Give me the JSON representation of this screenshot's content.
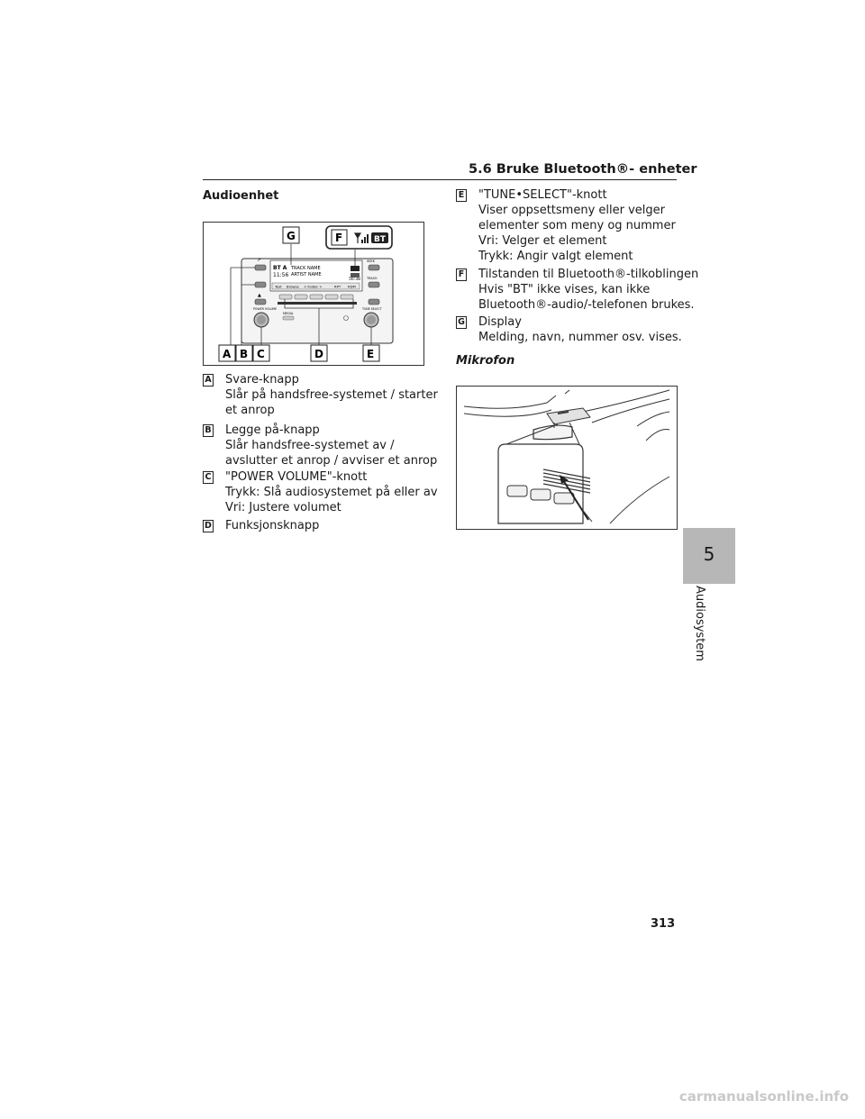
{
  "header": {
    "section_title": "5.6 Bruke Bluetooth®- enheter"
  },
  "left": {
    "heading": "Audioenhet",
    "figure": {
      "callouts": [
        "A",
        "B",
        "C",
        "D",
        "E",
        "F",
        "G"
      ],
      "display": {
        "band": "BT A",
        "time": "11:56",
        "track": "TRACK NAME",
        "artist": "ARTIST NAME",
        "counter": "56:38",
        "bt_label": "BT",
        "softkeys": [
          "Text",
          "Browse",
          "< Folder >",
          "RPT",
          "RDM"
        ]
      },
      "panel_labels": {
        "power": "POWER VOLUME",
        "media": "MEDIA",
        "seek": "SEEK",
        "track": "TRACK",
        "tune": "TUNE·SELECT"
      }
    },
    "items": [
      {
        "key": "A",
        "title": "Svare-knapp",
        "desc": [
          "Slår på handsfree-systemet / starter",
          "et anrop"
        ]
      },
      {
        "key": "B",
        "title": "Legge på-knapp",
        "desc": [
          "Slår handsfree-systemet av /",
          "avslutter et anrop / avviser et anrop"
        ]
      },
      {
        "key": "C",
        "title": "\"POWER VOLUME\"-knott",
        "desc": [
          "Trykk: Slå audiosystemet på eller av",
          "Vri: Justere volumet"
        ]
      },
      {
        "key": "D",
        "title": "Funksjonsknapp",
        "desc": []
      }
    ]
  },
  "right": {
    "items": [
      {
        "key": "E",
        "title": "\"TUNE•SELECT\"-knott",
        "desc": [
          "Viser oppsettsmeny eller velger",
          "elementer som meny og nummer",
          "Vri: Velger et element",
          "Trykk: Angir valgt element"
        ]
      },
      {
        "key": "F",
        "title": "Tilstanden til Bluetooth®-tilkoblingen",
        "desc": [
          "Hvis \"BT\" ikke vises, kan ikke",
          "Bluetooth®-audio/-telefonen brukes."
        ]
      },
      {
        "key": "G",
        "title": "Display",
        "desc": [
          "Melding, navn, nummer osv. vises."
        ]
      }
    ],
    "mic_heading": "Mikrofon"
  },
  "side_tab": {
    "number": "5",
    "label": "Audiosystem"
  },
  "page_number": "313",
  "footer_watermark": "carmanualsonline.info"
}
